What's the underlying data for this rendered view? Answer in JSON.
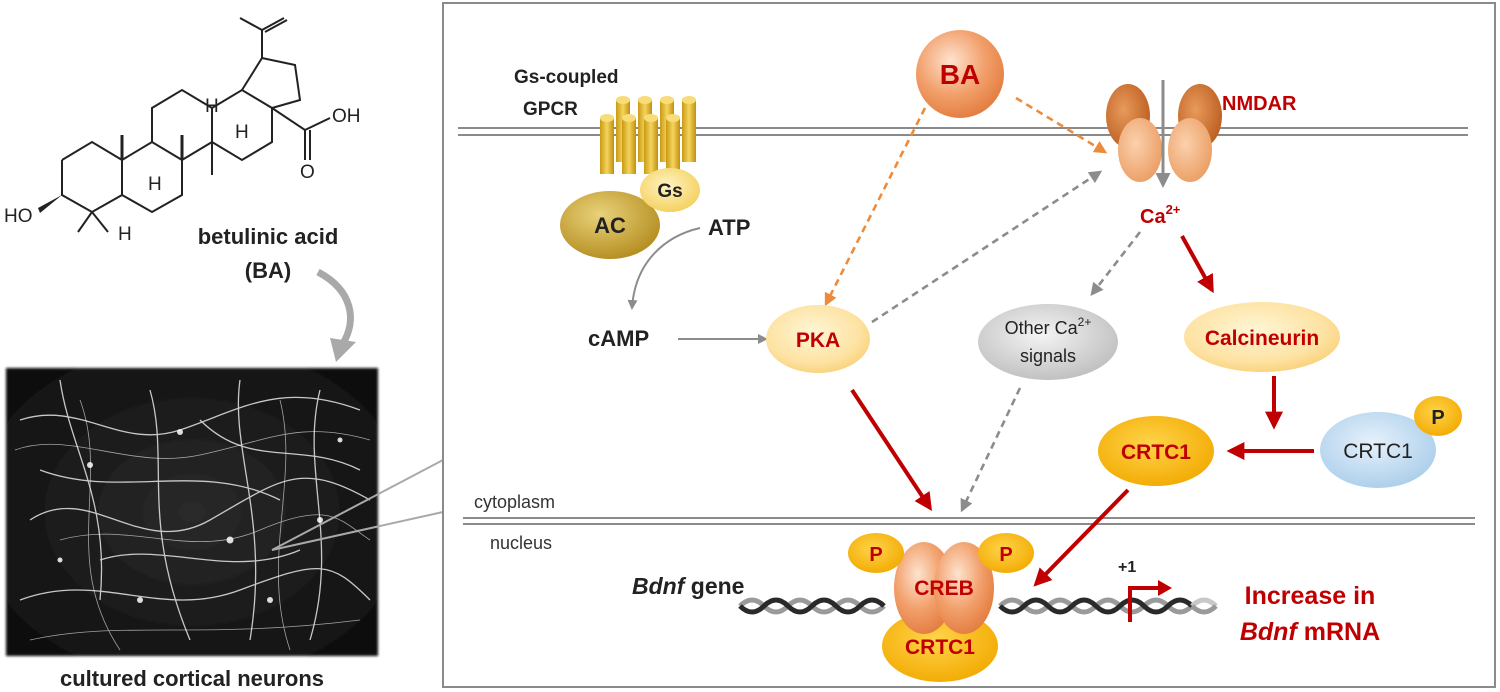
{
  "molecule": {
    "name": "betulinic acid",
    "abbrev": "(BA)",
    "atoms": {
      "oh": "OH",
      "o": "O",
      "ho": "HO",
      "h": "H"
    }
  },
  "neurons_caption": "cultured cortical neurons",
  "membrane": {
    "gpcr_label_line1": "Gs-coupled",
    "gpcr_label_line2": "GPCR",
    "gs": "Gs",
    "ac": "AC",
    "atp": "ATP",
    "camp": "cAMP",
    "nmdar": "NMDAR",
    "ca": "Ca",
    "ca_sup": "2+"
  },
  "nodes": {
    "ba": "BA",
    "pka": "PKA",
    "other_line1": "Other Ca",
    "other_sup": "2+",
    "other_line2": "signals",
    "calcineurin": "Calcineurin",
    "crtc1": "CRTC1",
    "crtc1_p_label": "CRTC1",
    "p": "P"
  },
  "compartments": {
    "cytoplasm": "cytoplasm",
    "nucleus": "nucleus"
  },
  "gene": {
    "name_italic": "Bdnf",
    "name_rest": " gene",
    "creb": "CREB",
    "crtc1": "CRTC1",
    "tss": "+1"
  },
  "outcome": {
    "line1": "Increase in",
    "line2_italic": "Bdnf",
    "line2_rest": " mRNA"
  },
  "colors": {
    "red": "#c00000",
    "orange_dash": "#ed8b3c",
    "gray": "#8c8c8c"
  }
}
